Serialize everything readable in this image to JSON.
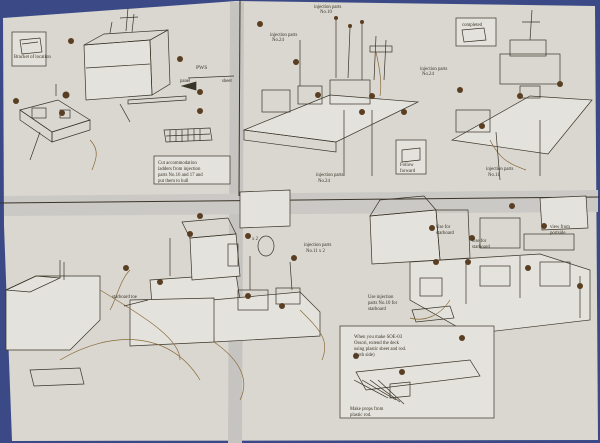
{
  "colors": {
    "background": "#3b4a86",
    "paper": "#d9d7d0",
    "paper_shadow": "#b9b7b4",
    "ink": "#3a3428",
    "step_dot": "#5a3e22",
    "wire": "#8a6a3a"
  },
  "panel_top_left": {
    "callout_bracket": "Bracket of location",
    "callout_pws": "PWS",
    "callout_pws_detail": "panel",
    "callout_pws_detail2": "sheet",
    "note_lines": [
      "Cut accommodation",
      "ladders from injection",
      "parts No.16 and 17 and",
      "put them to hull"
    ]
  },
  "panel_top_right": {
    "callout_parts_a": "injection parts",
    "callout_parts_a_no": "No.10",
    "callout_parts_b": "injection parts",
    "callout_parts_b_no": "No.24",
    "callout_completed": "completed",
    "callout_parts_c": "injection parts",
    "callout_parts_c_no": "No.24",
    "callout_parts_d": "injection parts",
    "callout_parts_d_no": "No.24",
    "callout_forward_a": "Follow",
    "callout_forward_b": "forward",
    "callout_parts_e": "injection parts",
    "callout_parts_e_no": "No.11"
  },
  "panel_bottom_left": {
    "callout_x2": "x 2",
    "callout_parts": "injection parts",
    "callout_parts_no": "No.11 x 2",
    "callout_starboard": "starboard toe"
  },
  "panel_bottom_right": {
    "callout_use_for_a": "Use for",
    "callout_use_for_a2": "starboard",
    "callout_use_for_b": "Use for",
    "callout_use_for_b2": "starboard",
    "callout_view": "view from",
    "callout_view2": "portside",
    "callout_use_parts": "Use injection",
    "callout_use_parts2": "parts No.10 for",
    "callout_use_parts3": "starboard",
    "inset_lines": [
      "When you make SOE-03",
      "Ossori, extend the deck",
      "using plastic sheet and rod.",
      "(both side)"
    ],
    "inset_caption_a": "Make props from",
    "inset_caption_b": "plastic rod."
  }
}
